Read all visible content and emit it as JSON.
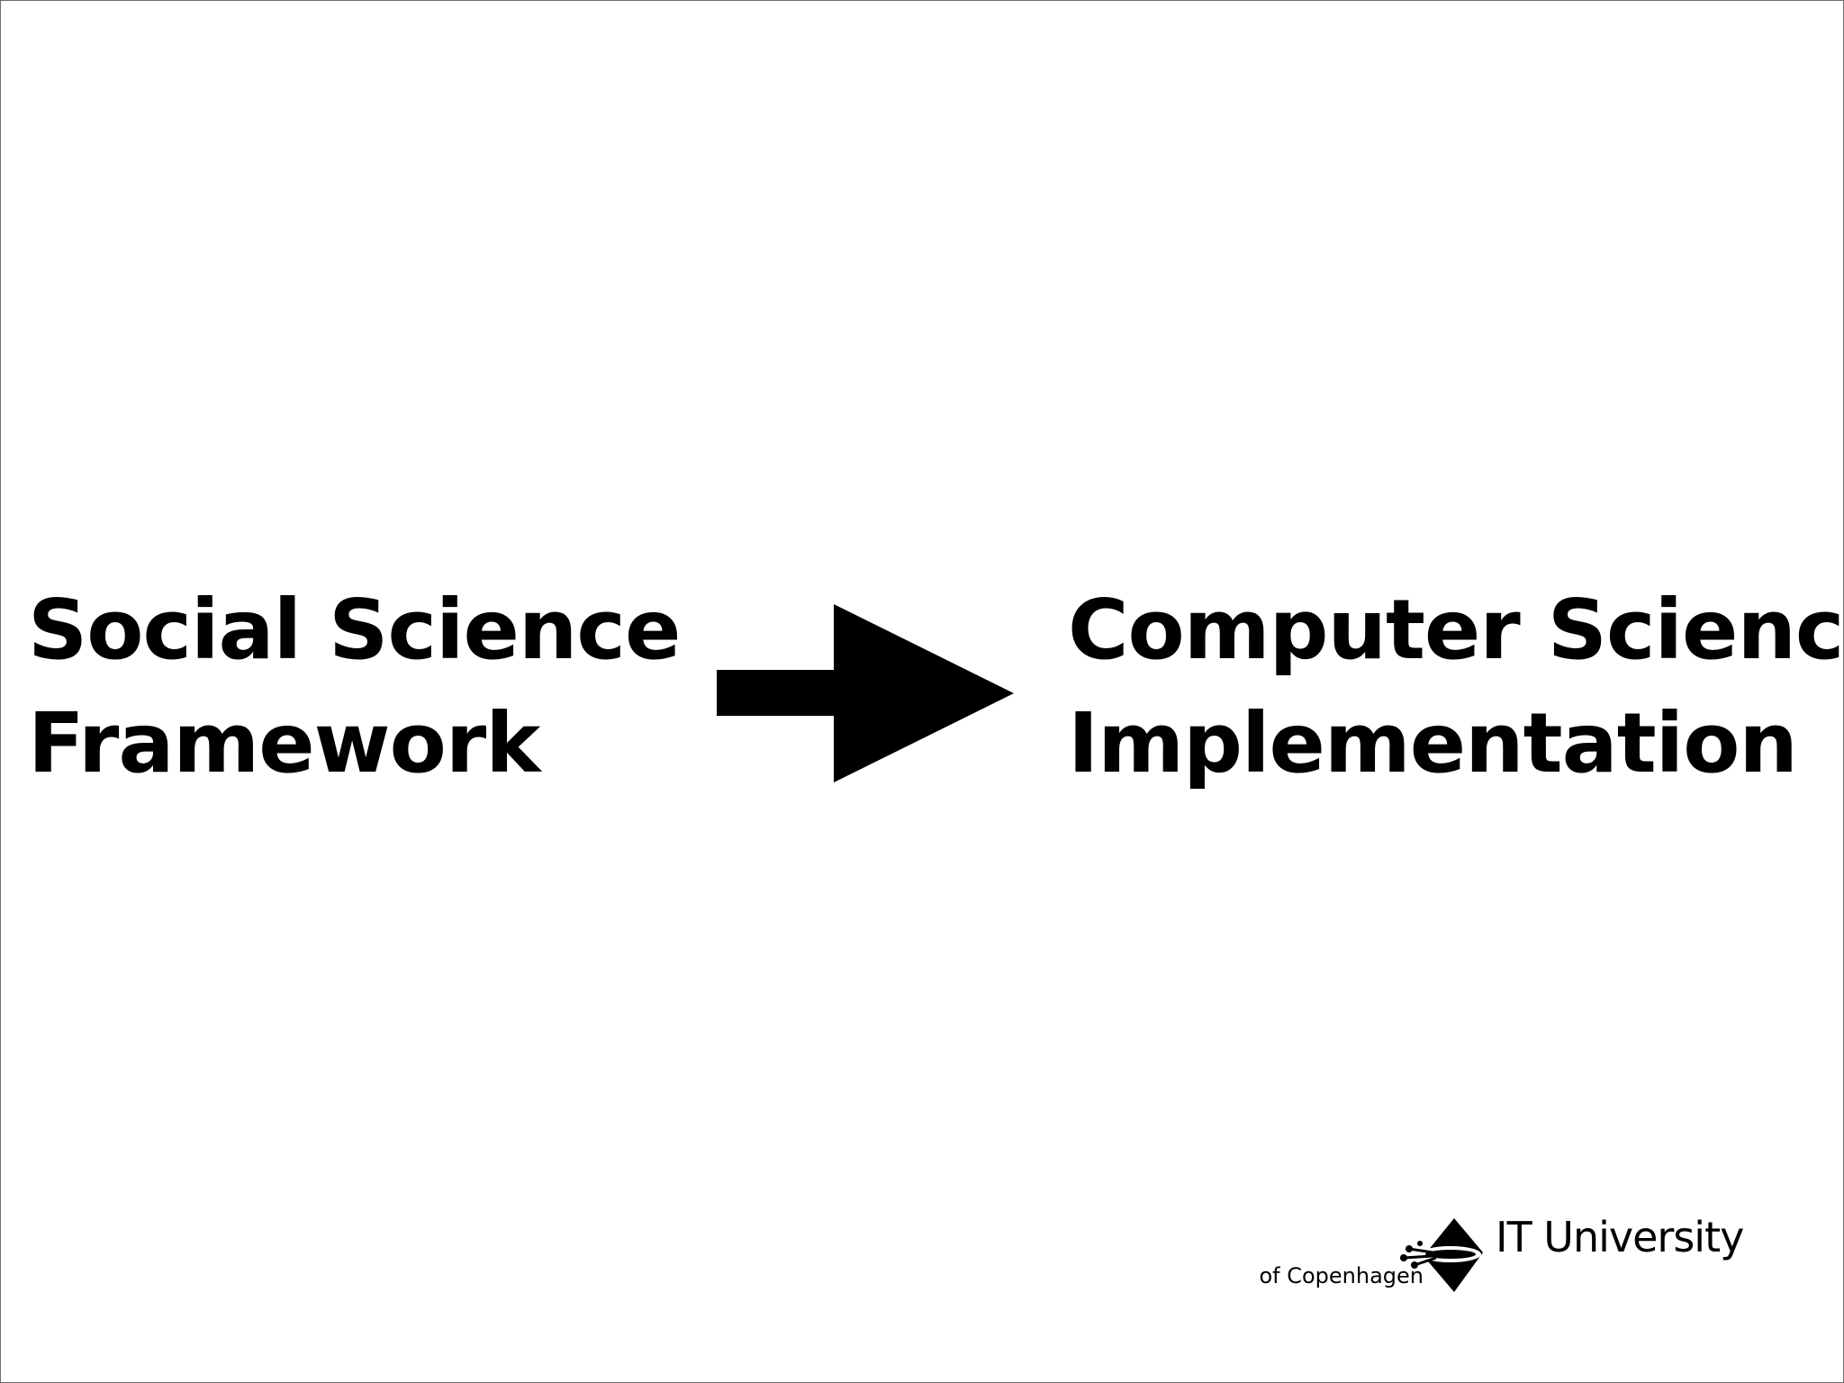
{
  "left": {
    "line1": "Social Science",
    "line2": "Framework"
  },
  "right": {
    "line1": "Computer Science",
    "line2": "Implementation"
  },
  "logo": {
    "title": "IT University",
    "subtitle": "of Copenhagen"
  },
  "colors": {
    "text": "#000000",
    "background": "#ffffff",
    "frame": "#6e6e6e"
  },
  "icons": {
    "connector": "arrow-right-icon",
    "logo_mark": "itu-logo-icon"
  }
}
